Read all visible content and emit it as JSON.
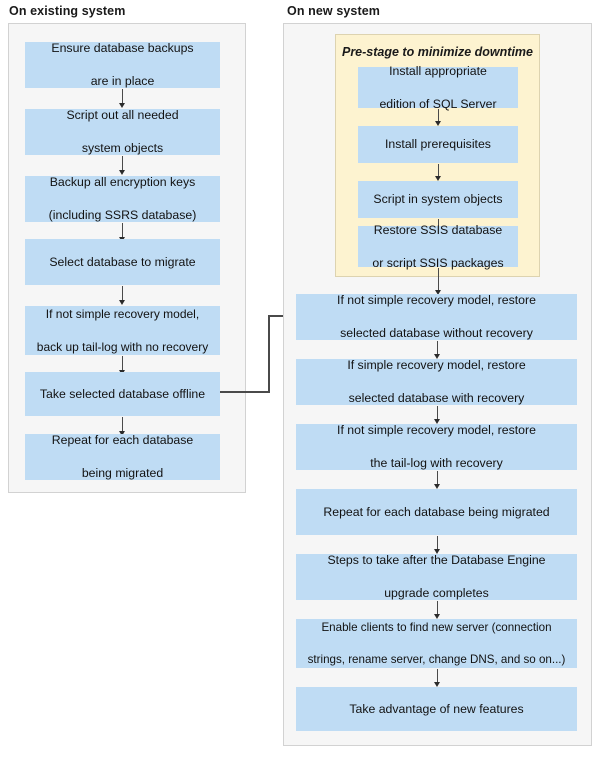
{
  "columns": {
    "left": {
      "title": "On existing system",
      "steps": [
        {
          "id": "ensure-backups",
          "lines": [
            "Ensure database backups",
            "are in place"
          ]
        },
        {
          "id": "script-system-objects",
          "lines": [
            "Script out all needed",
            "system objects"
          ]
        },
        {
          "id": "backup-encryption-keys",
          "lines": [
            "Backup all encryption keys",
            "(including SSRS database)"
          ]
        },
        {
          "id": "select-database",
          "lines": [
            "Select database to migrate"
          ]
        },
        {
          "id": "backup-tail-log",
          "lines": [
            "If not simple recovery model,",
            "back up tail-log with no recovery"
          ]
        },
        {
          "id": "take-offline",
          "lines": [
            "Take selected database offline"
          ]
        },
        {
          "id": "repeat-each-database",
          "lines": [
            "Repeat for each database",
            "being migrated"
          ]
        }
      ]
    },
    "right": {
      "title": "On new system",
      "group": {
        "title": "Pre-stage to minimize downtime",
        "steps": [
          {
            "id": "install-edition",
            "lines": [
              "Install appropriate",
              "edition of SQL Server"
            ]
          },
          {
            "id": "install-prereqs",
            "lines": [
              "Install prerequisites"
            ]
          },
          {
            "id": "script-in-objects",
            "lines": [
              "Script in system objects"
            ]
          },
          {
            "id": "restore-ssis",
            "lines": [
              "Restore SSIS database",
              "or script SSIS packages"
            ]
          }
        ]
      },
      "steps": [
        {
          "id": "restore-without-recovery",
          "lines": [
            "If not simple recovery model, restore",
            "selected database without recovery"
          ]
        },
        {
          "id": "restore-with-recovery",
          "lines": [
            "If simple recovery model, restore",
            "selected database with recovery"
          ]
        },
        {
          "id": "restore-tail-log",
          "lines": [
            "If not simple recovery model, restore",
            "the tail-log with recovery"
          ]
        },
        {
          "id": "repeat-each-database",
          "lines": [
            "Repeat for each database being migrated"
          ]
        },
        {
          "id": "post-upgrade-steps",
          "lines": [
            "Steps to take after the Database Engine",
            "upgrade completes"
          ]
        },
        {
          "id": "enable-clients",
          "lines": [
            "Enable clients to find new server (connection",
            "strings, rename server, change DNS, and so on...)"
          ]
        },
        {
          "id": "take-advantage",
          "lines": [
            "Take advantage of new features"
          ]
        }
      ]
    }
  },
  "colors": {
    "step_fill": "#bfdcf4",
    "panel_fill": "#f6f6f6",
    "panel_border": "#d2d2d2",
    "group_fill": "#fdf3d0",
    "group_border": "#ddd3b0",
    "arrow": "#4a4a4a",
    "text": "#121212"
  },
  "chart_data": {
    "type": "diagram",
    "title": "SQL Server side-by-side migration flowchart",
    "lanes": [
      {
        "name": "On existing system",
        "nodes": [
          "Ensure database backups are in place",
          "Script out all needed system objects",
          "Backup all encryption keys (including SSRS database)",
          "Select database to migrate",
          "If not simple recovery model, back up tail-log with no recovery",
          "Take selected database offline",
          "Repeat for each database being migrated"
        ]
      },
      {
        "name": "On new system",
        "group": {
          "name": "Pre-stage to minimize downtime",
          "nodes": [
            "Install appropriate edition of SQL Server",
            "Install prerequisites",
            "Script in system objects",
            "Restore SSIS database or script SSIS packages"
          ]
        },
        "nodes": [
          "If not simple recovery model, restore selected database without recovery",
          "If simple recovery model, restore selected database with recovery",
          "If not simple recovery model, restore the tail-log with recovery",
          "Repeat for each database being migrated",
          "Steps to take after the Database Engine upgrade completes",
          "Enable clients to find new server (connection strings, rename server, change DNS, and so on...)",
          "Take advantage of new features"
        ]
      }
    ],
    "cross_lane_edges": [
      {
        "from": "Take selected database offline",
        "to": "If not simple recovery model, restore selected database without recovery"
      }
    ]
  }
}
